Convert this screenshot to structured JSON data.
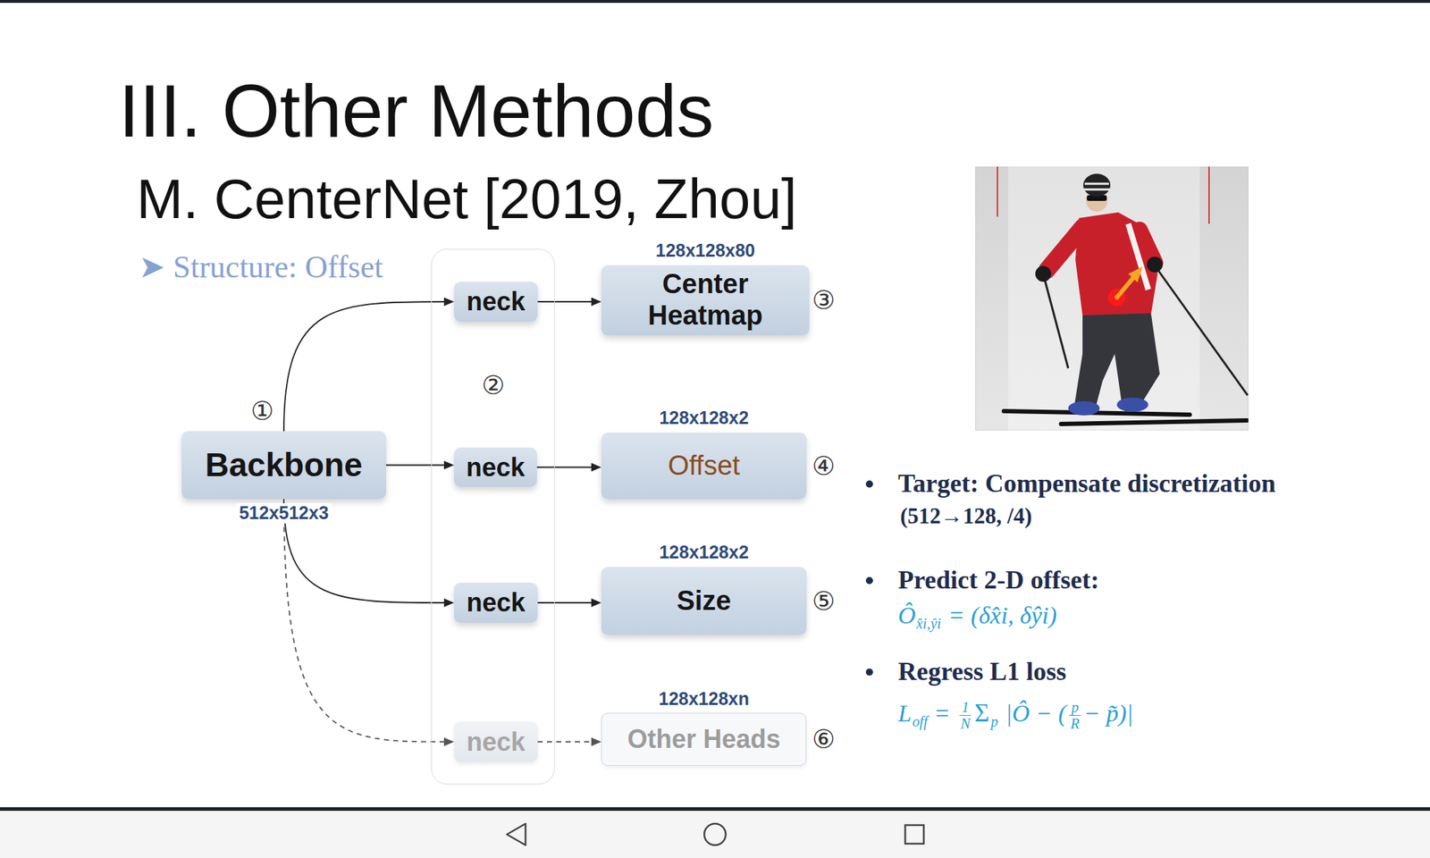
{
  "diagram": {
    "title": "III. Other Methods",
    "nodes": [
      {
        "text": [
          "Backbone",
          "512x512x3"
        ]
      },
      {
        "text": [
          "②"
        ]
      },
      {
        "text": [
          "neck"
        ],
        "in": 1
      },
      {
        "text": [
          "128x128x80",
          "Center Heatmap"
        ]
      },
      {
        "text": [
          "neck"
        ],
        "in": 1
      },
      {
        "text": [
          "128x128x2",
          "Offset"
        ]
      },
      {
        "text": [
          "neck"
        ],
        "in": 1
      },
      {
        "text": [
          "128x128x2",
          "Size"
        ]
      },
      {
        "text": [
          "neck"
        ],
        "in": 1
      },
      {
        "text": [
          "128x128xn",
          "Other Heads"
        ]
      }
    ],
    "edges": [
      {
        "from": 0,
        "to": 2,
        "arrow": "to"
      },
      {
        "from": 0,
        "to": 4,
        "arrow": "to"
      },
      {
        "from": 0,
        "to": 6,
        "arrow": "to"
      },
      {
        "from": 0,
        "to": 8,
        "arrow": "to"
      },
      {
        "from": 2,
        "to": 3,
        "arrow": "to"
      },
      {
        "from": 4,
        "to": 5,
        "arrow": "to"
      },
      {
        "from": 6,
        "to": 7,
        "arrow": "to"
      },
      {
        "from": 8,
        "to": 9,
        "arrow": "to"
      }
    ],
    "labels": [
      "M. CenterNet [2019, Zhou]",
      "➤ Structure: Offset",
      "①",
      "③",
      "④",
      "⑤",
      "⑥",
      "Target: Compensate discretization",
      "(512→128, /4)",
      "Predict 2-D offset:",
      "Ô",
      "x̂i,ŷi",
      "= (δx̂i, δŷi)",
      "Regress L1 loss",
      "L",
      "off",
      "=",
      "1",
      "N",
      "Σ",
      "p",
      "|Ô − (",
      "p",
      "R",
      "− p̃)|"
    ]
  }
}
